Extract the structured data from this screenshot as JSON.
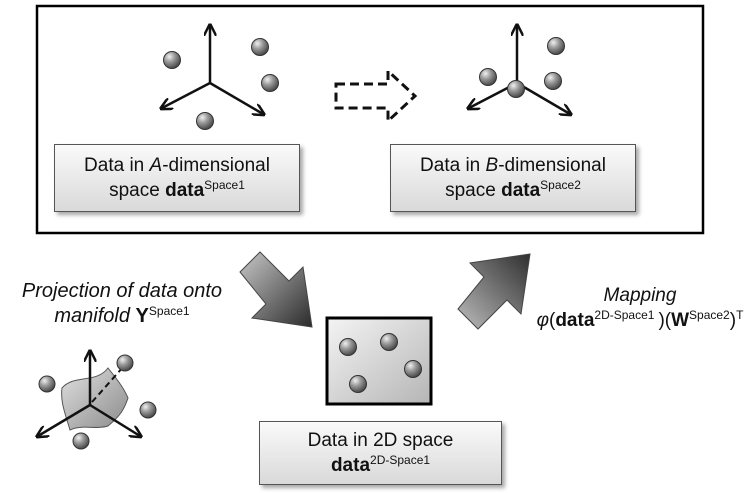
{
  "box1": {
    "line1_pre": "Data in ",
    "line1_var": "A",
    "line1_post": "-dimensional",
    "line2_pre": "space ",
    "line2_bold": "data",
    "line2_sup": "Space1"
  },
  "box2": {
    "line1_pre": "Data in ",
    "line1_var": "B",
    "line1_post": "-dimensional",
    "line2_pre": "space ",
    "line2_bold": "data",
    "line2_sup": "Space2"
  },
  "box3": {
    "line1": "Data in 2D space",
    "line2_bold": "data",
    "line2_sup": "2D-Space1"
  },
  "projection": {
    "line1": "Projection of data onto",
    "line2_italic": "manifold ",
    "line2_bold": "Y",
    "line2_sup": "Space1"
  },
  "mapping": {
    "title": "Mapping",
    "phi": "φ",
    "open1": "(",
    "data_bold": "data",
    "data_sup": "2D-Space1",
    "mid": ")(",
    "w_bold": "W",
    "w_sup": "Space2",
    "close": ")",
    "t_sup": "T"
  }
}
